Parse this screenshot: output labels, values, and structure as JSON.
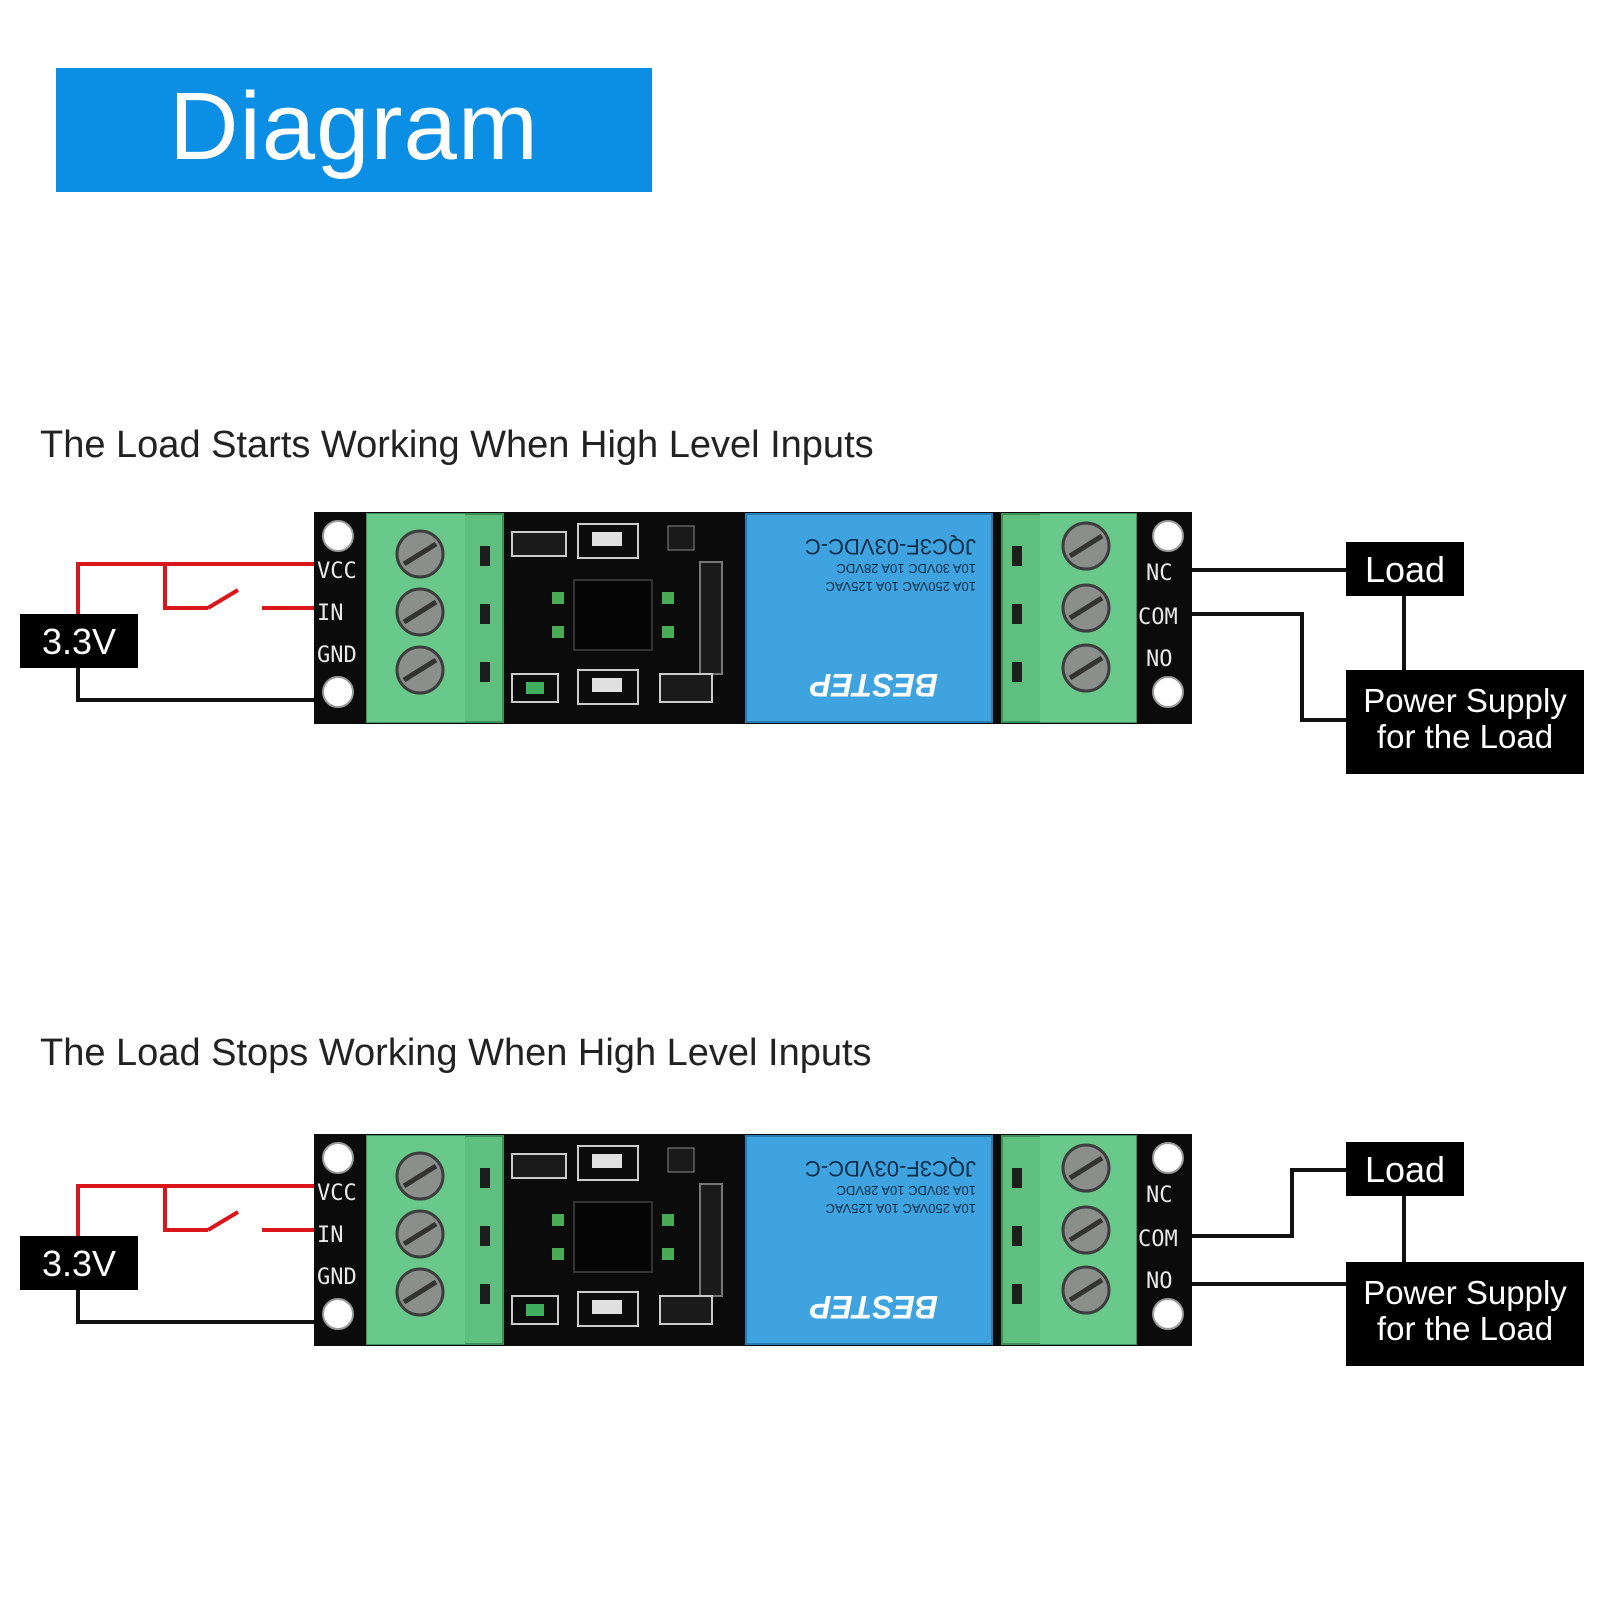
{
  "header": {
    "title": "Diagram",
    "banner_color": "#0a8fe4"
  },
  "sections": [
    {
      "caption": "The Load Starts Working When High Level Inputs",
      "voltage_label": "3.3V",
      "board": {
        "pins_left": [
          "VCC",
          "IN",
          "GND"
        ],
        "pins_right": [
          "NC",
          "COM",
          "NO"
        ],
        "relay_lines": [
          "JQC3F-03VDC-C",
          "10A 30VDC 10A 28VDC",
          "10A 250VAC 10A 125VAC",
          "BESTEP"
        ]
      },
      "load_label": "Load",
      "supply_label_line1": "Power Supply",
      "supply_label_line2": "for the Load"
    },
    {
      "caption": "The Load Stops Working When High Level Inputs",
      "voltage_label": "3.3V",
      "board": {
        "pins_left": [
          "VCC",
          "IN",
          "GND"
        ],
        "pins_right": [
          "NC",
          "COM",
          "NO"
        ],
        "relay_lines": [
          "JQC3F-03VDC-C",
          "10A 30VDC 10A 28VDC",
          "10A 250VAC 10A 125VAC",
          "BESTEP"
        ]
      },
      "load_label": "Load",
      "supply_label_line1": "Power Supply",
      "supply_label_line2": "for the Load"
    }
  ],
  "colors": {
    "wire_red": "#d9161b",
    "wire_black": "#111111",
    "terminal_green": "#5fbf7f",
    "relay_blue": "#3ea3df",
    "pcb_black": "#0b0b0b"
  }
}
